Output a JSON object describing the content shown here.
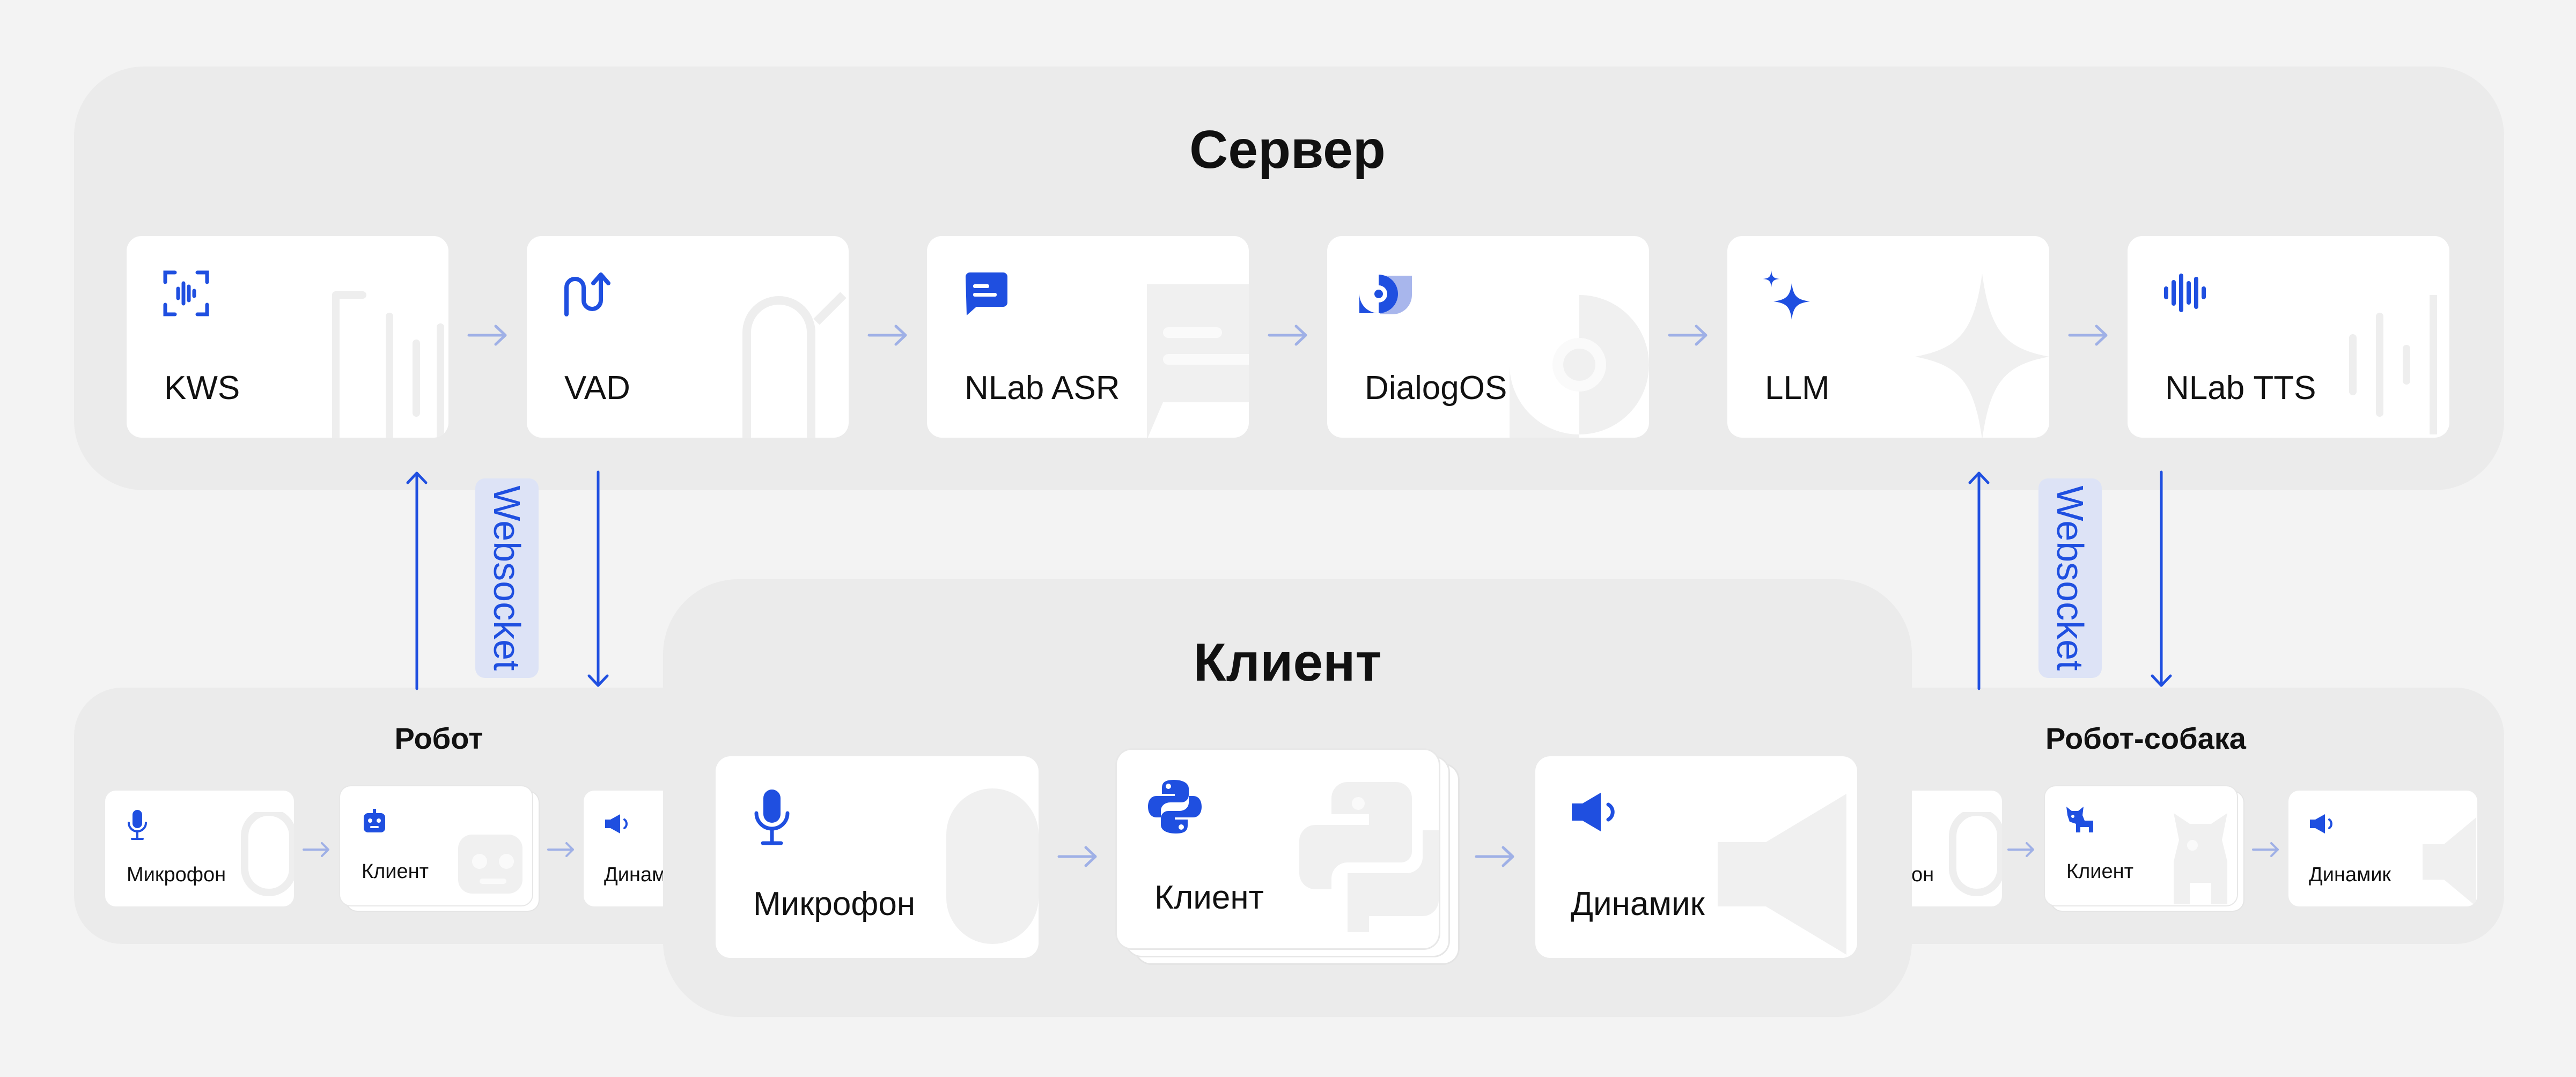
{
  "server": {
    "title": "Сервер",
    "modules": [
      {
        "label": "KWS",
        "icon": "soundwave-focus-icon"
      },
      {
        "label": "VAD",
        "icon": "voice-activity-icon"
      },
      {
        "label": "NLab ASR",
        "icon": "chat-bubble-icon"
      },
      {
        "label": "DialogOS",
        "icon": "dialog-bubbles-icon"
      },
      {
        "label": "LLM",
        "icon": "sparkles-icon"
      },
      {
        "label": "NLab TTS",
        "icon": "soundwave-icon"
      }
    ]
  },
  "connections": {
    "left_protocol": "Websocket",
    "right_protocol": "Websocket"
  },
  "client": {
    "title": "Клиент",
    "microphone": "Микрофон",
    "client": "Клиент",
    "speaker": "Динамик"
  },
  "robot": {
    "title": "Робот",
    "microphone": "Микрофон",
    "client": "Клиент",
    "speaker": "Динамик"
  },
  "robot_dog": {
    "title": "Робот-собака",
    "microphone": "Микрофон",
    "client": "Клиент",
    "speaker": "Динамик"
  },
  "colors": {
    "accent": "#1f4fe0",
    "arrow_light": "#9fb0e6",
    "panel": "#ebebeb",
    "background": "#f3f3f3",
    "card": "#ffffff",
    "badge": "#dde3f6"
  }
}
